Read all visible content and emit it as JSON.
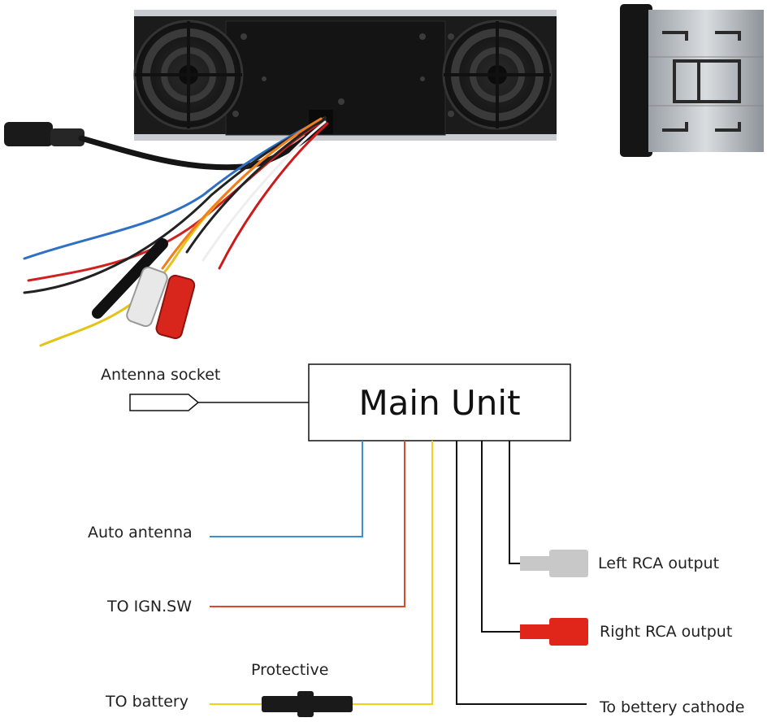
{
  "diagram": {
    "main_unit": "Main Unit",
    "labels": {
      "antenna_socket": "Antenna socket",
      "auto_antenna": "Auto antenna",
      "ign_sw": "TO IGN.SW",
      "battery": "TO battery",
      "protective": "Protective",
      "left_rca": "Left RCA output",
      "right_rca": "Right RCA output",
      "battery_cathode": "To bettery cathode"
    }
  },
  "colors": {
    "auto_antenna_wire": "#3a8fd6",
    "ign_wire": "#d94a2b",
    "battery_wire": "#f0d21c",
    "ground_wire": "#111111",
    "left_rca_plug": "#c8c8c8",
    "right_rca_plug": "#e0261b",
    "fuse": "#1a1a1a"
  }
}
